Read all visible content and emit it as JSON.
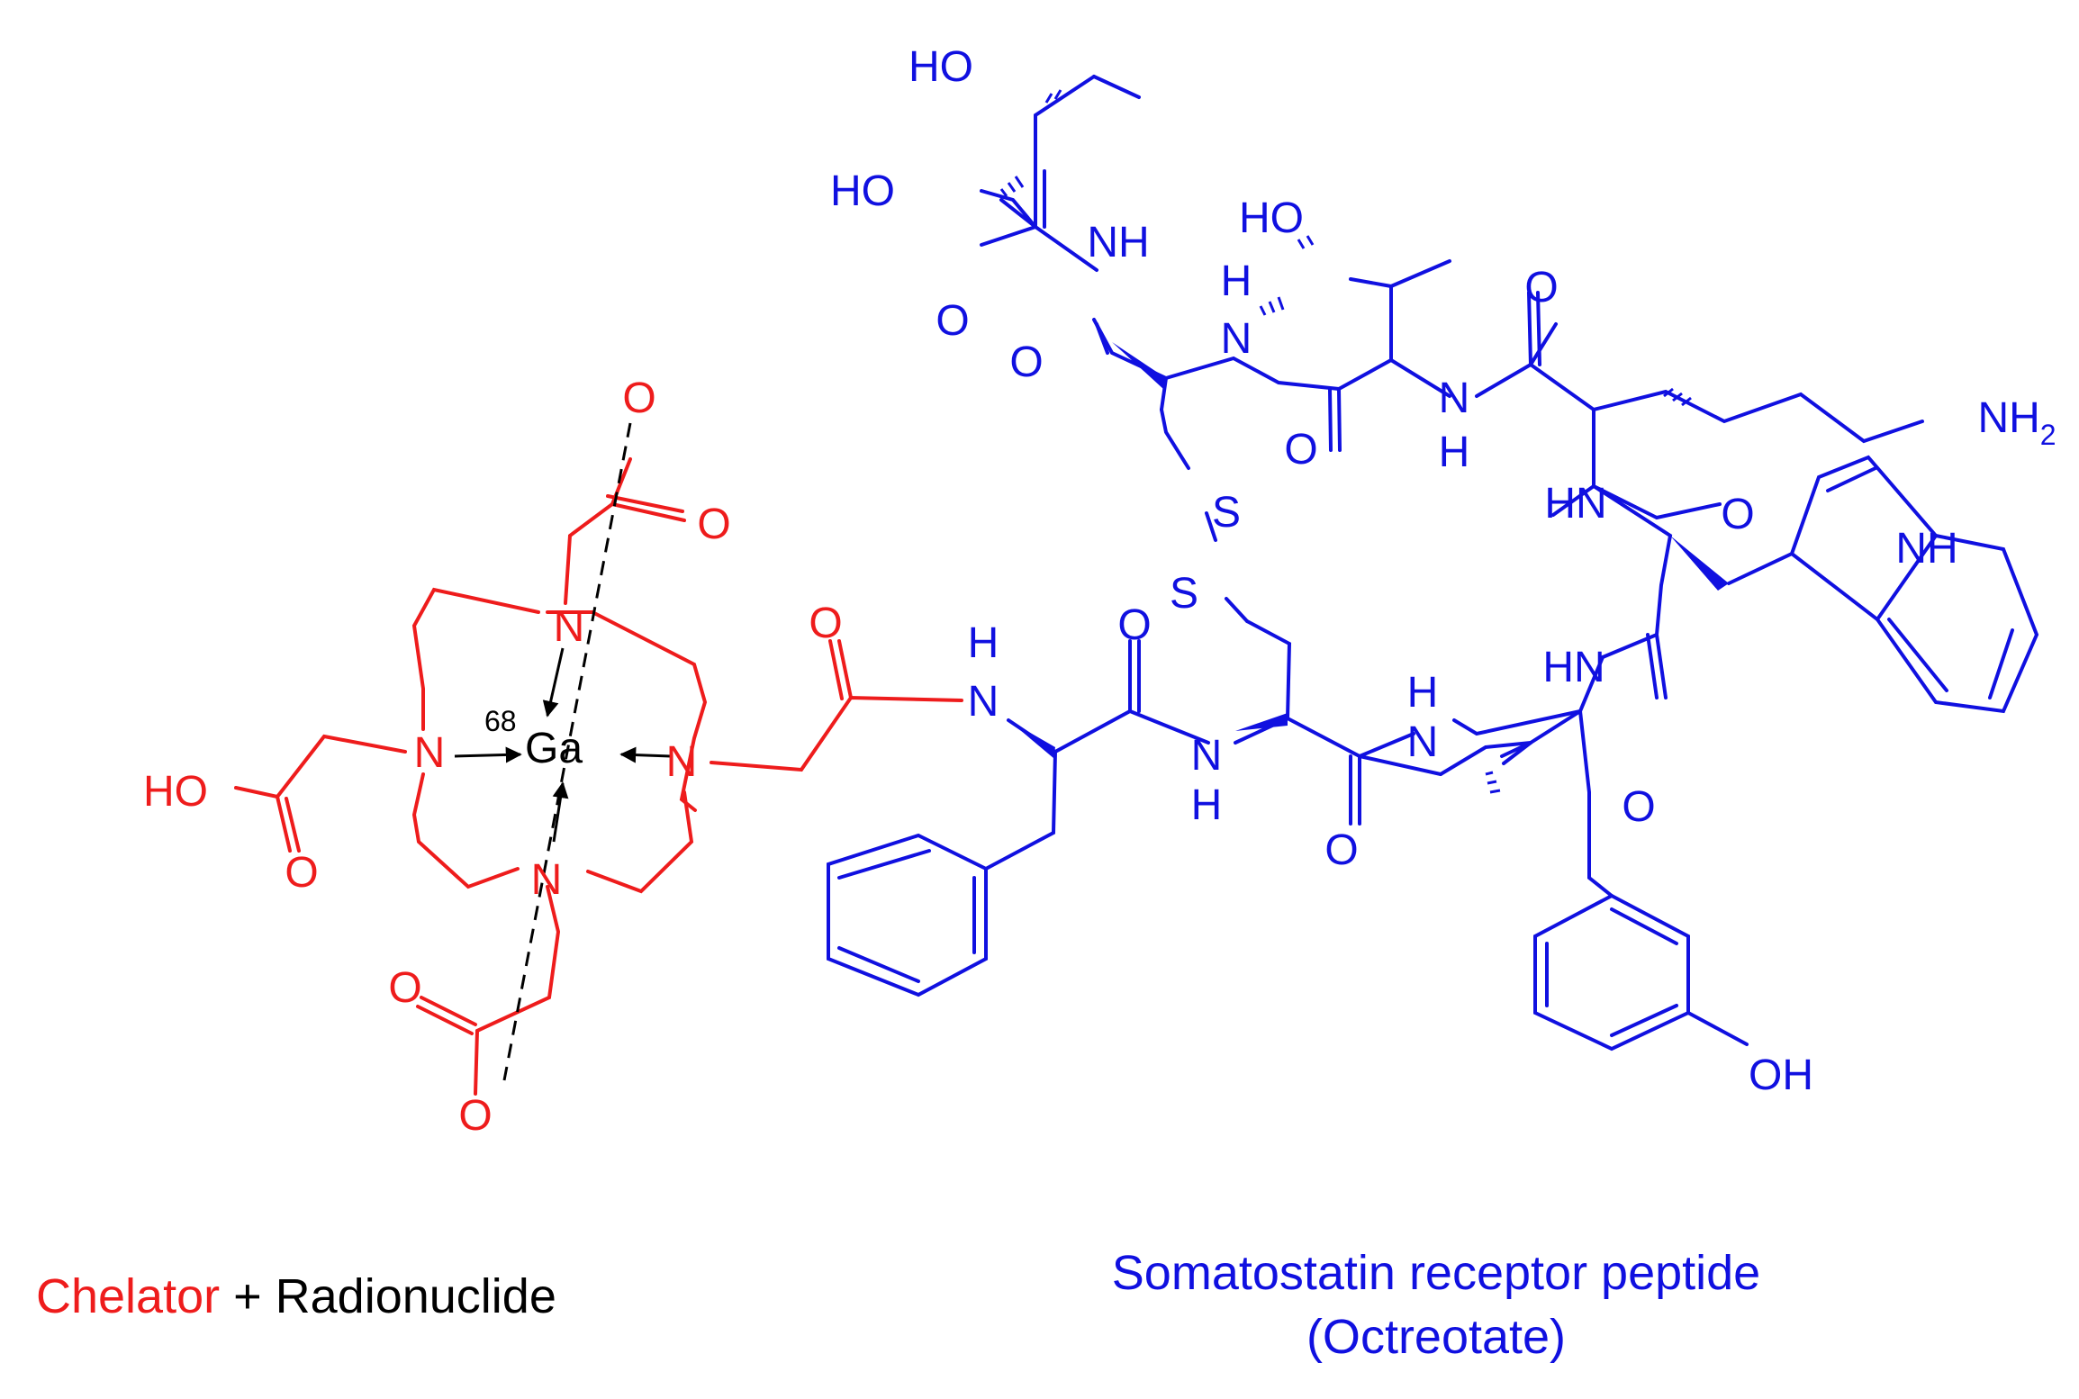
{
  "colors": {
    "chelator": "#ee1c1c",
    "radionuclide": "#000000",
    "peptide": "#1010e0"
  },
  "chelator": {
    "atoms": {
      "o": "O",
      "n": "N",
      "ho": "HO"
    },
    "metal": {
      "mass_number": "68",
      "symbol": "Ga"
    }
  },
  "peptide": {
    "atoms": {
      "o": "O",
      "n": "N",
      "nh": "NH",
      "hn": "HN",
      "h": "H",
      "ho": "HO",
      "oh": "OH",
      "s": "S",
      "nh2": "NH",
      "sub2": "2"
    }
  },
  "captions": {
    "chelator_label": "Chelator",
    "plus": " + ",
    "radionuclide_label": "Radionuclide",
    "peptide_line1": "Somatostatin receptor peptide",
    "peptide_line2": "(Octreotate)"
  }
}
